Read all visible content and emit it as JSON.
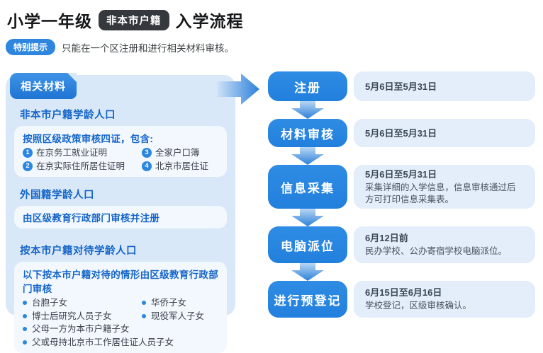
{
  "header": {
    "title_prefix": "小学一年级",
    "badge": "非本市户籍",
    "title_suffix": "入学流程"
  },
  "notice": {
    "badge": "特别提示",
    "text": "只能在一个区注册和进行相关材料审核。"
  },
  "panel": {
    "tag": "相关材料",
    "section1": {
      "heading": "非本市户籍学龄人口",
      "box_title": "按照区级政策审核四证，包含:",
      "numbered_items": [
        {
          "num": "1",
          "text": "在京务工就业证明"
        },
        {
          "num": "3",
          "text": "全家户口簿"
        },
        {
          "num": "2",
          "text": "在京实际住所居住证明"
        },
        {
          "num": "4",
          "text": "北京市居住证"
        }
      ]
    },
    "section2": {
      "heading": "外国籍学龄人口",
      "box_text": "由区级教育行政部门审核并注册"
    },
    "section3": {
      "heading": "按本市户籍对待学龄人口",
      "box_title": "以下按本市户籍对待的情形由区级教育行政部门审核",
      "bullets_grid": [
        "台胞子女",
        "华侨子女",
        "博士后研究人员子女",
        "现役军人子女"
      ],
      "bullets_full": [
        "父母一方为本市户籍子女",
        "父或母持北京市工作居住证人员子女"
      ]
    }
  },
  "flow": {
    "steps": [
      {
        "label": "注册",
        "date": "5月6日至5月31日",
        "desc": ""
      },
      {
        "label": "材料审核",
        "date": "5月6日至5月31日",
        "desc": ""
      },
      {
        "label": "信息采集",
        "date": "5月6日至5月31日",
        "desc": "采集详细的入学信息，信息审核通过后方可打印信息采集表。"
      },
      {
        "label": "电脑派位",
        "date": "6月12日前",
        "desc": "民办学校、公办寄宿学校电脑派位。"
      },
      {
        "label": "进行预登记",
        "date": "6月15日至6月16日",
        "desc": "学校登记，区级审核确认。"
      }
    ]
  },
  "colors": {
    "primary_blue": "#2a86e0",
    "heading_blue": "#1565c8",
    "panel_bg": "#d9e8f8",
    "inner_box_bg": "#f2f8fe",
    "info_pill_bg": "#e3eefa",
    "dark_badge": "#35383d"
  }
}
